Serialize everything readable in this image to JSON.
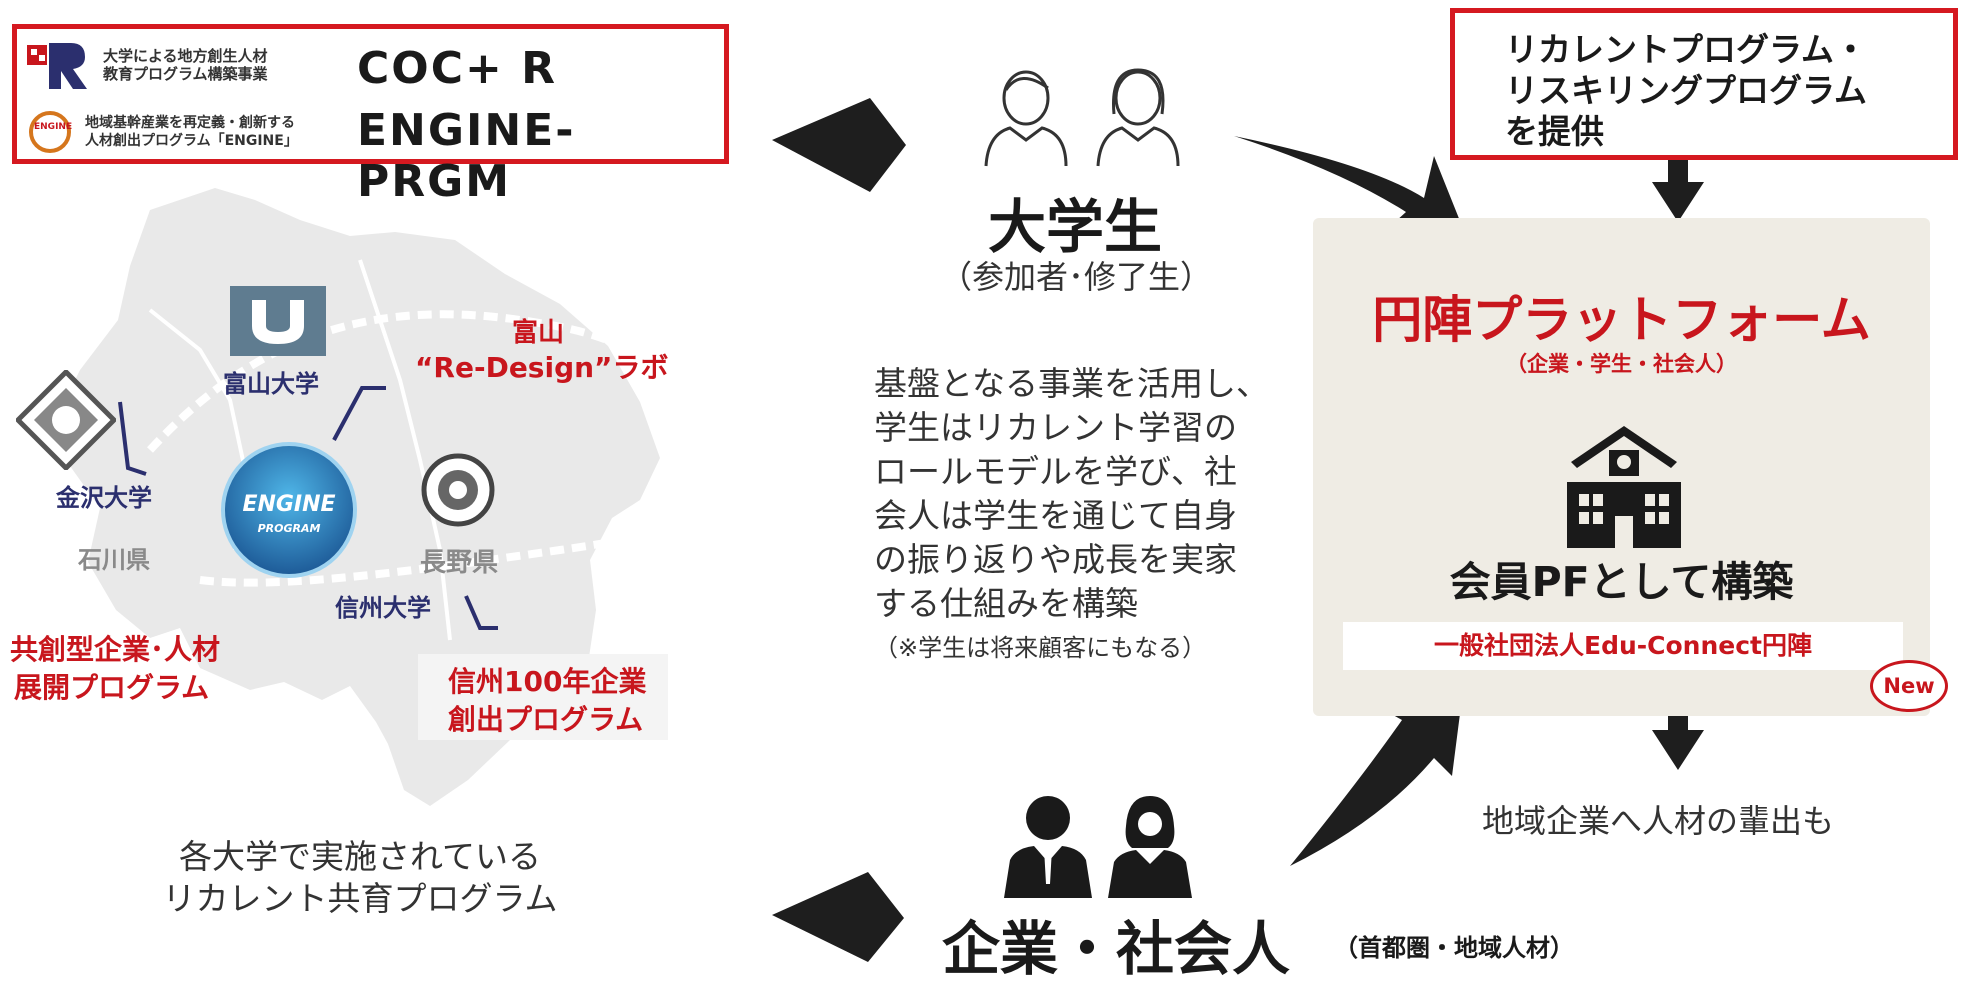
{
  "program_box": {
    "coc_desc_line1": "大学による地方創生人材",
    "coc_desc_line2": "教育プログラム構築事業",
    "coc_name": "COC+ R",
    "engine_logo_text": "ENGINE",
    "engine_desc_line1": "地域基幹産業を再定義・創新する",
    "engine_desc_line2": "人材創出プログラム「ENGINE」",
    "engine_name": "ENGINE-PRGM"
  },
  "map": {
    "toyama_univ": "富山大学",
    "toyama_lab_line1": "富山",
    "toyama_lab_line2": "“Re-Design”ラボ",
    "kanazawa_univ": "金沢大学",
    "ishikawa": "石川県",
    "nagano": "長野県",
    "shinshu_univ": "信州大学",
    "kyoso_line1": "共創型企業･人材",
    "kyoso_line2": "展開プログラム",
    "shinshu_prog_line1": "信州100年企業",
    "shinshu_prog_line2": "創出プログラム",
    "engine_badge_line1": "ENGINE",
    "engine_badge_line2": "PROGRAM",
    "caption_line1": "各大学で実施されている",
    "caption_line2": "リカレント共育プログラム"
  },
  "students": {
    "title": "大学生",
    "subtitle": "（参加者･修了生）"
  },
  "description": {
    "lines": [
      "基盤となる事業を活用し、",
      "学生はリカレント学習の",
      "ロールモデルを学び、社",
      "会人は学生を通じて自身",
      "の振り返りや成長を実家",
      "する仕組みを構築"
    ],
    "note": "（※学生は将来顧客にもなる）"
  },
  "companies": {
    "title": "企業・社会人",
    "subtitle": "（首都圏・地域人材）"
  },
  "provide_box": {
    "line1": "リカレントプログラム・",
    "line2": "リスキリングプログラム",
    "line3": "を提供"
  },
  "platform": {
    "title": "円陣プラットフォーム",
    "subtitle": "（企業・学生・社会人）",
    "build_label": "会員PFとして構築",
    "org_name": "一般社団法人Edu-Connect円陣",
    "new_badge": "New"
  },
  "outflow_text": "地域企業へ人材の輩出も",
  "colors": {
    "red": "#c8161d",
    "navy": "#2b2f6e",
    "panel": "#efece4",
    "arrow": "#1e1e1e"
  }
}
